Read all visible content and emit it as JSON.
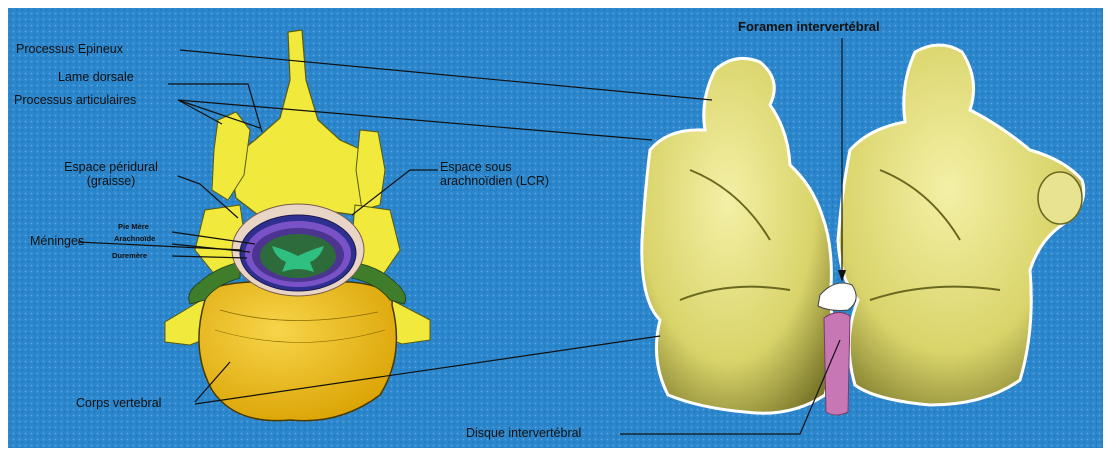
{
  "labels": {
    "processus_epineux": "Processus Epineux",
    "lame_dorsale": "Lame dorsale",
    "processus_articulaires": "Processus articulaires",
    "espace_peridural_l1": "Espace péridural",
    "espace_peridural_l2": "(graisse)",
    "pie_mere": "Pie Mère",
    "arachnoide": "Arachnoïde",
    "dure_mere": "Duremère",
    "meninges": "Méninges",
    "espace_sous_arachnoidien_l1": "Espace sous",
    "espace_sous_arachnoidien_l2": "arachnoïdien (LCR)",
    "corps_vertebral": "Corps vertebral",
    "foramen_intervertebral": "Foramen intervertébral",
    "disque_intervertebral": "Disque intervertébral"
  },
  "colors": {
    "background": "#2b86cc",
    "bone_yellow": "#f1ea3c",
    "vertebral_body": "#f2c21c",
    "lateral_bone": "#e5e07a",
    "meninges_purple": "#6a3fb8",
    "spinal_cord_green": "#2fbf80",
    "nerve_root_green": "#3f7d2b",
    "disc_pink": "#c778b4",
    "leader_line": "#111111"
  }
}
